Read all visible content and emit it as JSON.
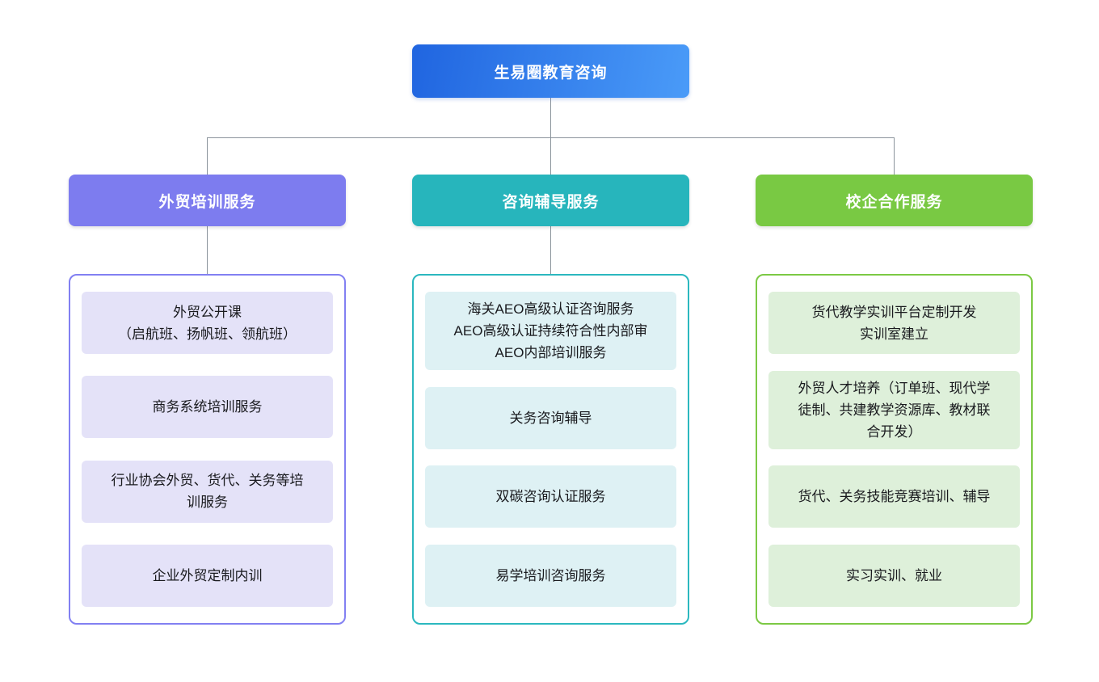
{
  "diagram": {
    "root": {
      "label": "生易圈教育咨询",
      "colors": {
        "bg_from": "#2065e0",
        "bg_to": "#4a9bf8",
        "text": "#ffffff"
      }
    },
    "connector_color": "#8b949c",
    "columns": [
      {
        "header": "外贸培训服务",
        "colors": {
          "header_bg": "#7d7cef",
          "border": "#8280f2",
          "item_bg": "#e4e2f8"
        },
        "items": [
          {
            "lines": [
              "外贸公开课",
              "（启航班、扬帆班、领航班）"
            ]
          },
          {
            "lines": [
              "商务系统培训服务"
            ]
          },
          {
            "lines": [
              "行业协会外贸、货代、关务等培",
              "训服务"
            ]
          },
          {
            "lines": [
              "企业外贸定制内训"
            ]
          }
        ]
      },
      {
        "header": "咨询辅导服务",
        "colors": {
          "header_bg": "#27b5bc",
          "border": "#2bb8bf",
          "item_bg": "#def1f4"
        },
        "items": [
          {
            "lines": [
              "海关AEO高级认证咨询服务",
              "AEO高级认证持续符合性内部审",
              "AEO内部培训服务"
            ]
          },
          {
            "lines": [
              "关务咨询辅导"
            ]
          },
          {
            "lines": [
              "双碳咨询认证服务"
            ]
          },
          {
            "lines": [
              "易学培训咨询服务"
            ]
          }
        ]
      },
      {
        "header": "校企合作服务",
        "colors": {
          "header_bg": "#79c943",
          "border": "#7cc944",
          "item_bg": "#def0da"
        },
        "items": [
          {
            "lines": [
              "货代教学实训平台定制开发",
              "实训室建立"
            ]
          },
          {
            "lines": [
              "外贸人才培养（订单班、现代学",
              "徒制、共建教学资源库、教材联",
              "合开发）"
            ]
          },
          {
            "lines": [
              "货代、关务技能竞赛培训、辅导"
            ]
          },
          {
            "lines": [
              "实习实训、就业"
            ]
          }
        ]
      }
    ]
  }
}
